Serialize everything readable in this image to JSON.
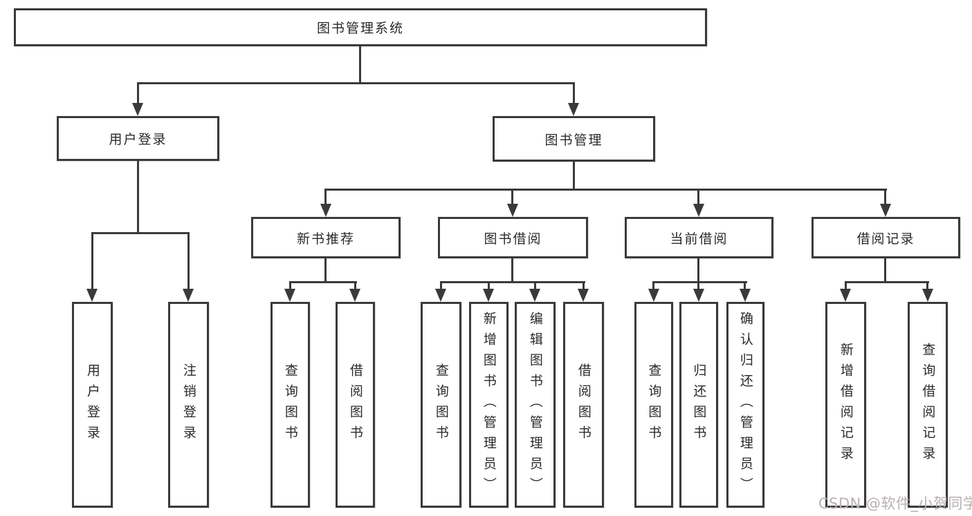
{
  "diagram": {
    "root": {
      "label": "图书管理系统"
    },
    "branches": [
      {
        "label": "用户登录",
        "children": [
          {
            "label": "用户登录"
          },
          {
            "label": "注销登录"
          }
        ]
      },
      {
        "label": "图书管理",
        "groups": [
          {
            "label": "新书推荐",
            "children": [
              {
                "label": "查询图书"
              },
              {
                "label": "借阅图书"
              }
            ]
          },
          {
            "label": "图书借阅",
            "children": [
              {
                "label": "查询图书"
              },
              {
                "label": "新增图书（管理员）"
              },
              {
                "label": "编辑图书（管理员）"
              },
              {
                "label": "借阅图书"
              }
            ]
          },
          {
            "label": "当前借阅",
            "children": [
              {
                "label": "查询图书"
              },
              {
                "label": "归还图书"
              },
              {
                "label": "确认归还（管理员）"
              }
            ]
          },
          {
            "label": "借阅记录",
            "children": [
              {
                "label": "新增借阅记录"
              },
              {
                "label": "查询借阅记录"
              }
            ]
          }
        ]
      }
    ]
  },
  "watermark": {
    "text": "CSDN @软件_小贺同学"
  },
  "colors": {
    "line": "#3a3a3a",
    "text": "#2a2a2a",
    "background": "#ffffff",
    "watermark": "#b9b0b0"
  }
}
